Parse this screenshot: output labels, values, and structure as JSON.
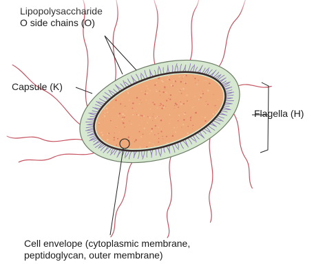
{
  "labels": {
    "lps_line1": "Lipopolysaccharide",
    "lps_line2": "O side chains (O)",
    "capsule": "Capsule (K)",
    "flagella": "Flagella (H)",
    "envelope_line1": "Cell envelope (cytoplasmic membrane,",
    "envelope_line2": "peptidoglycan, outer membrane)"
  },
  "colors": {
    "capsule_fill": "#d6e8cf",
    "cytoplasm_fill": "#eeaa7a",
    "flagella_stroke": "#c4505e",
    "side_chain_stroke": "#8a72b8",
    "envelope_stroke": "#3a2a2a",
    "leader_stroke": "#222222"
  }
}
